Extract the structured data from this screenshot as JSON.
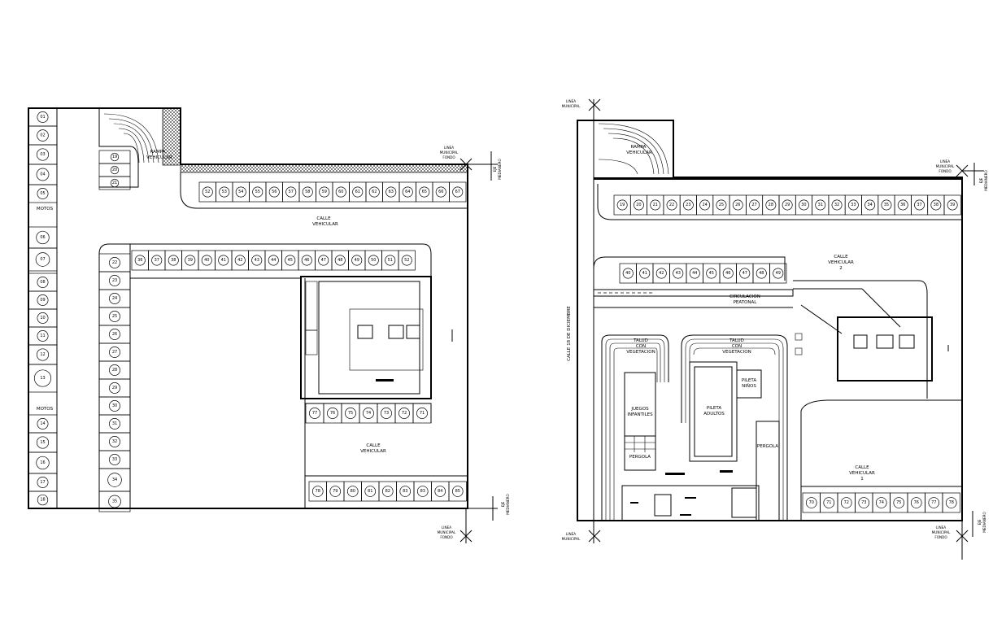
{
  "left_plan": {
    "left_column_numbers": [
      "01",
      "02",
      "03",
      "04",
      "05",
      "06",
      "07",
      "08",
      "09",
      "10",
      "11",
      "12",
      "13",
      "14",
      "15",
      "16",
      "17",
      "18"
    ],
    "motos_labels": [
      "MOTOS",
      "MOTOS"
    ],
    "ramp_column_numbers": [
      "19",
      "20",
      "21"
    ],
    "top_row_numbers": [
      "52",
      "53",
      "54",
      "55",
      "56",
      "57",
      "58",
      "59",
      "60",
      "61",
      "62",
      "63",
      "64",
      "65",
      "66",
      "67"
    ],
    "middle_row_numbers": [
      "36",
      "37",
      "38",
      "39",
      "40",
      "41",
      "42",
      "43",
      "44",
      "45",
      "46",
      "47",
      "48",
      "49",
      "50",
      "51",
      "52"
    ],
    "inner_column_numbers": [
      "22",
      "23",
      "24",
      "25",
      "26",
      "27",
      "28",
      "29",
      "30",
      "31",
      "32",
      "33",
      "34",
      "35"
    ],
    "building_row_numbers": [
      "77",
      "76",
      "75",
      "74",
      "73",
      "72",
      "71"
    ],
    "bottom_row_numbers": [
      "78",
      "79",
      "80",
      "81",
      "82",
      "83",
      "83",
      "84",
      "85"
    ],
    "labels": {
      "ramp": [
        "RAMPA",
        "VEHICULAR"
      ],
      "street_top": [
        "CALLE",
        "VEHICULAR"
      ],
      "street_bottom": [
        "CALLE",
        "VEHICULAR"
      ],
      "linea_top": [
        "LINEA",
        "MUNICIPAL",
        "FONDO"
      ],
      "linea_bottom": [
        "LINEA",
        "MUNICIPAL",
        "FONDO"
      ],
      "eje_top": [
        "EJE",
        "MEDIANERO"
      ],
      "eje_bottom": [
        "EJE",
        "MEDIANERO"
      ]
    }
  },
  "right_plan": {
    "top_row_numbers": [
      "19",
      "20",
      "21",
      "22",
      "23",
      "24",
      "25",
      "26",
      "27",
      "28",
      "29",
      "30",
      "31",
      "32",
      "33",
      "34",
      "35",
      "36",
      "37",
      "38",
      "39"
    ],
    "second_row_numbers": [
      "40",
      "41",
      "42",
      "43",
      "44",
      "45",
      "46",
      "47",
      "48",
      "49"
    ],
    "bottom_row_numbers": [
      "70",
      "71",
      "72",
      "73",
      "74",
      "75",
      "76",
      "77",
      "78"
    ],
    "labels": {
      "ramp": [
        "RAMPA",
        "VEHICULAR"
      ],
      "street_2": [
        "CALLE",
        "VEHICULAR",
        "2"
      ],
      "street_1": [
        "CALLE",
        "VEHICULAR",
        "1"
      ],
      "circulacion": [
        "CIRCULACION",
        "PEATONAL"
      ],
      "talud_left": [
        "TALUD",
        "CON",
        "VEGETACION"
      ],
      "talud_mid": [
        "TALUD",
        "CON",
        "VEGETACION"
      ],
      "juegos": [
        "JUEGOS",
        "INFANTILES"
      ],
      "pileta_adultos": [
        "PILETA",
        "ADULTOS"
      ],
      "pileta_ninos": [
        "PILETA",
        "NIÑOS"
      ],
      "pergola_left": "PERGOLA",
      "pergola_right": "PERGOLA",
      "calle_side": "CALLE 18 DE DICIEMBRE",
      "linea_top_left": [
        "LINEA",
        "MUNICIPAL"
      ],
      "linea_top_right": [
        "LINEA",
        "MUNICIPAL",
        "FONDO"
      ],
      "linea_bottom_left": [
        "LINEA",
        "MUNICIPAL"
      ],
      "linea_bottom_right": [
        "LINEA",
        "MUNICIPAL",
        "FONDO"
      ],
      "eje_top": [
        "EJE",
        "MEDIANERO"
      ],
      "eje_bottom": [
        "EJE",
        "MEDIANERO"
      ]
    }
  }
}
